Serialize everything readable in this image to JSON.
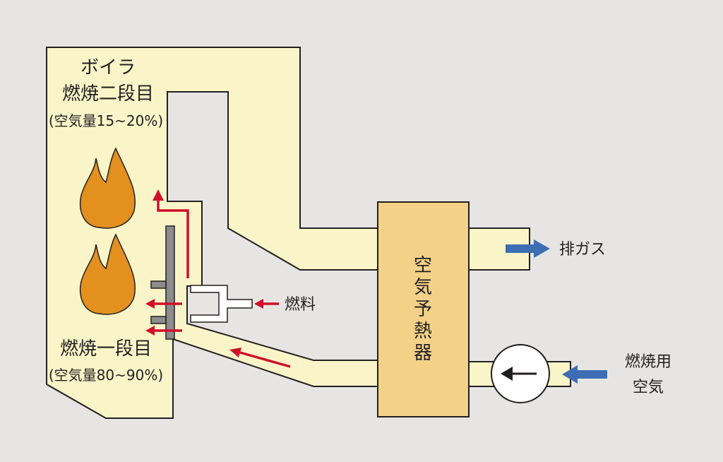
{
  "boiler": {
    "title": "ボイラ",
    "stage2_label": "燃焼二段目",
    "stage2_air": "(空気量15~20%)",
    "stage1_label": "燃焼一段目",
    "stage1_air": "(空気量80~90%)"
  },
  "preheater": {
    "label_chars": [
      "空",
      "気",
      "予",
      "熱",
      "器"
    ]
  },
  "labels": {
    "exhaust": "排ガス",
    "fuel": "燃料",
    "combustion_air_line1": "燃焼用",
    "combustion_air_line2": "空気"
  },
  "colors": {
    "background": "#e7e5e4",
    "duct_fill": "#f9f5c8",
    "outline": "#231f20",
    "flame": "#e3901e",
    "preheater_fill": "#f3d288",
    "red_arrow": "#d0102a",
    "blue_arrow": "#3d6db3",
    "burner_gray": "#8c8c8c"
  },
  "icons": [
    "flame-icon",
    "fan-icon",
    "blue-arrow-icon",
    "red-arrow-icon"
  ]
}
